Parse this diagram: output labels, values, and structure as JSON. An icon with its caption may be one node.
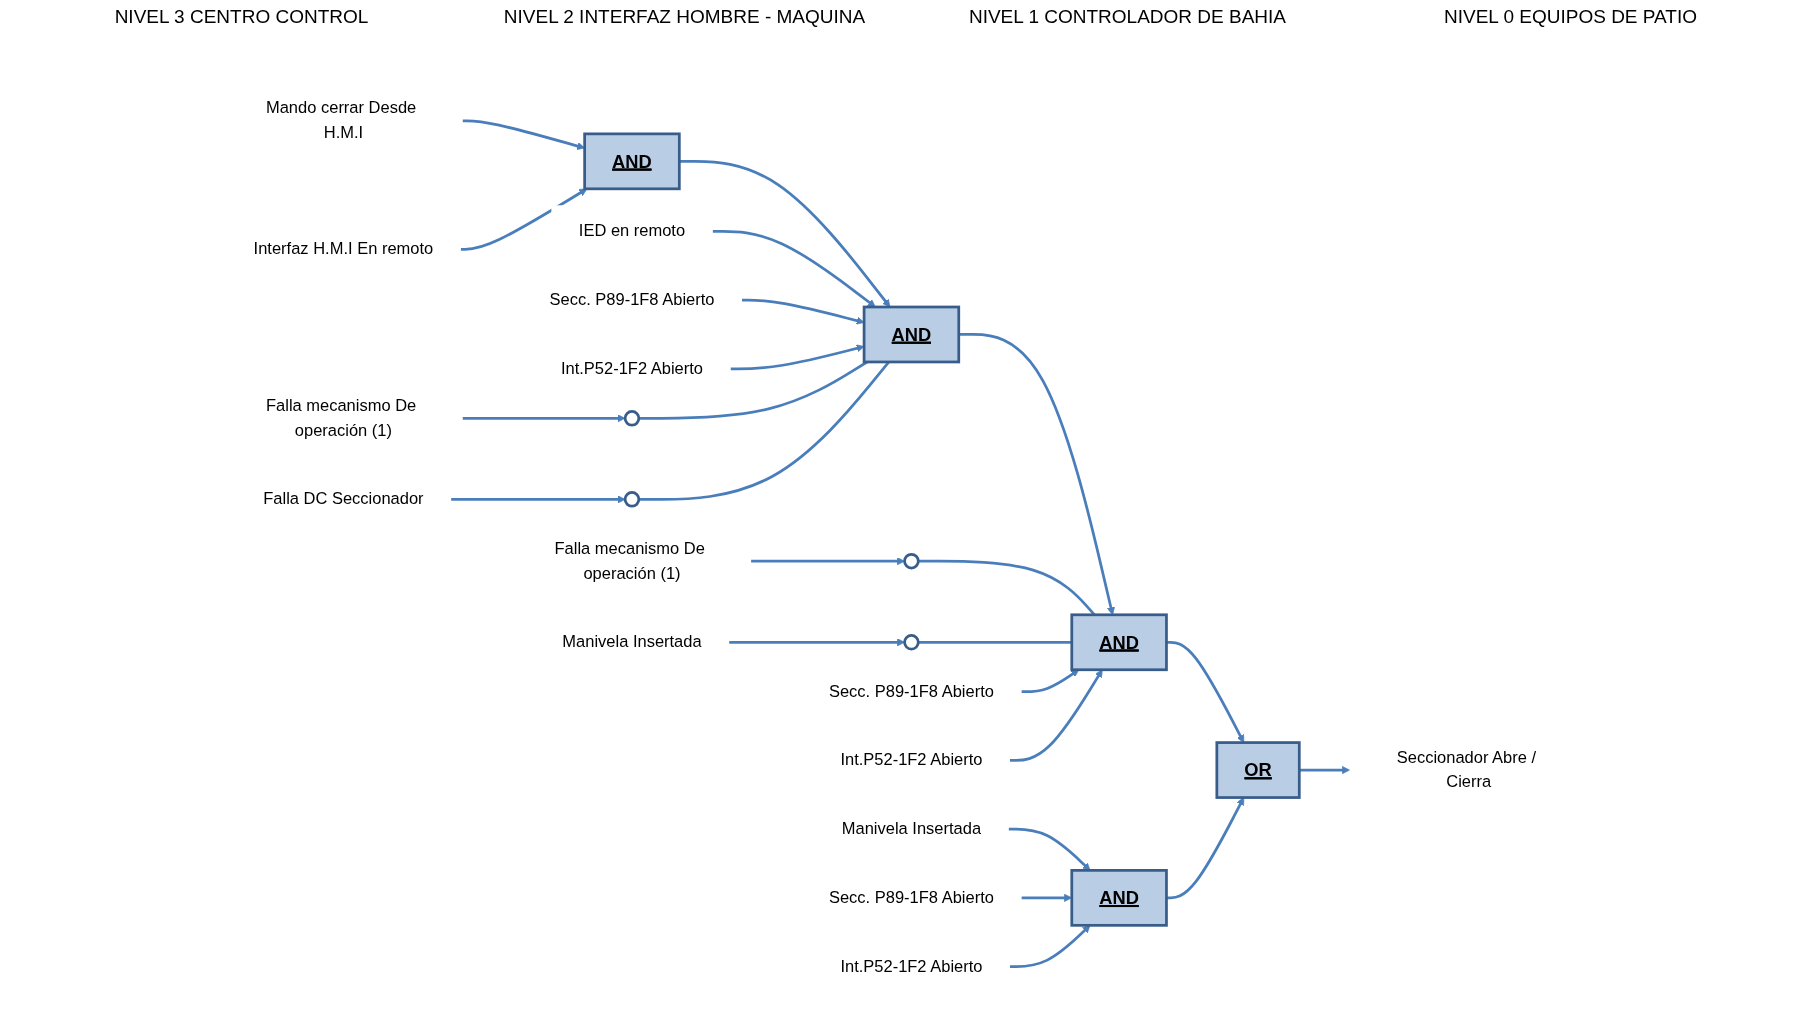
{
  "diagram": {
    "nodes": [
      {
        "text": [
          "Mando cerrar Desde H.M.I"
        ]
      },
      {
        "text": [
          "Interfaz H.M.I En remoto"
        ]
      },
      {
        "text": [
          "AND"
        ]
      },
      {
        "text": [
          "IED en remoto"
        ]
      },
      {
        "text": [
          "Secc. P89-1F8 Abierto"
        ]
      },
      {
        "text": [
          "Int.P52-1F2 Abierto"
        ]
      },
      {
        "text": [
          "Falla mecanismo De operación (1)"
        ]
      },
      {
        "text": [],
        "shape": "circle"
      },
      {
        "text": [
          "Falla DC Seccionador"
        ]
      },
      {
        "text": [],
        "shape": "circle"
      },
      {
        "text": [
          "AND"
        ]
      },
      {
        "text": [
          "Falla mecanismo De operación (1)"
        ]
      },
      {
        "text": [],
        "shape": "circle"
      },
      {
        "text": [
          "Manivela Insertada"
        ]
      },
      {
        "text": [],
        "shape": "circle"
      },
      {
        "text": [
          "Secc. P89-1F8 Abierto"
        ]
      },
      {
        "text": [
          "Int.P52-1F2 Abierto"
        ]
      },
      {
        "text": [
          "AND"
        ]
      },
      {
        "text": [
          "Manivela Insertada"
        ]
      },
      {
        "text": [
          "Secc. P89-1F8 Abierto"
        ]
      },
      {
        "text": [
          "Int.P52-1F2 Abierto"
        ]
      },
      {
        "text": [
          "AND"
        ]
      },
      {
        "text": [
          "OR"
        ]
      },
      {
        "text": [
          "Seccionador Abre / Cierra"
        ]
      }
    ],
    "edges": [
      {
        "from": 0,
        "to": 2,
        "arrow": "to"
      },
      {
        "from": 1,
        "to": 2,
        "arrow": "to"
      },
      {
        "from": 2,
        "to": 10,
        "arrow": "to"
      },
      {
        "from": 3,
        "to": 10,
        "arrow": "to"
      },
      {
        "from": 4,
        "to": 10,
        "arrow": "to"
      },
      {
        "from": 5,
        "to": 10,
        "arrow": "to"
      },
      {
        "from": 6,
        "to": 7,
        "arrow": "to"
      },
      {
        "from": 7,
        "to": 10,
        "arrow": "none"
      },
      {
        "from": 8,
        "to": 9,
        "arrow": "to"
      },
      {
        "from": 9,
        "to": 10,
        "arrow": "none"
      },
      {
        "from": 10,
        "to": 17,
        "arrow": "to"
      },
      {
        "from": 11,
        "to": 12,
        "arrow": "to"
      },
      {
        "from": 12,
        "to": 17,
        "arrow": "none"
      },
      {
        "from": 13,
        "to": 14,
        "arrow": "to"
      },
      {
        "from": 14,
        "to": 17,
        "arrow": "none"
      },
      {
        "from": 15,
        "to": 17,
        "arrow": "to"
      },
      {
        "from": 16,
        "to": 17,
        "arrow": "to"
      },
      {
        "from": 18,
        "to": 21,
        "arrow": "to"
      },
      {
        "from": 19,
        "to": 21,
        "arrow": "to"
      },
      {
        "from": 20,
        "to": 21,
        "arrow": "to"
      },
      {
        "from": 17,
        "to": 22,
        "arrow": "to"
      },
      {
        "from": 21,
        "to": 22,
        "arrow": "to"
      },
      {
        "from": 22,
        "to": 23,
        "arrow": "to"
      }
    ],
    "labels": [
      "NIVEL 3 CENTRO CONTROL",
      "NIVEL 2 INTERFAZ HOMBRE - MAQUINA",
      "NIVEL 1 CONTROLADOR DE BAHIA",
      "NIVEL 0 EQUIPOS DE PATIO"
    ]
  }
}
